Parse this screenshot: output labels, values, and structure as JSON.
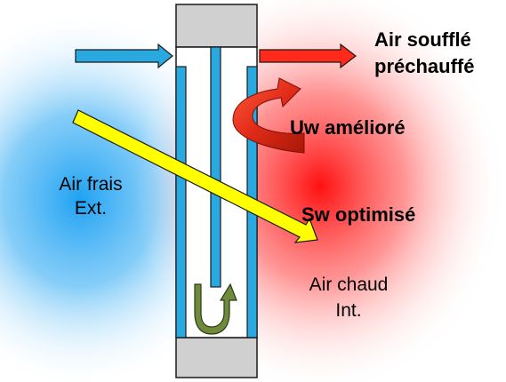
{
  "labels": {
    "air_souffle_line1": "Air soufflé",
    "air_souffle_line2": "préchauffé",
    "uw": "Uw amélioré",
    "sw": "Sw optimisé",
    "air_frais_line1": "Air frais",
    "air_frais_line2": "Ext.",
    "air_chaud_line1": "Air chaud",
    "air_chaud_line2": "Int."
  },
  "colors": {
    "cold_zone": "#2aa8f0",
    "warm_zone": "#ff1a1a",
    "glass_pane": "#2aa8e0",
    "frame": "#d0d0d0",
    "inlet_arrow": "#2aa8e0",
    "outlet_arrow": "#ff2a1a",
    "solar_arrow": "#ffff00",
    "uw_arrow": "#d42a18",
    "cavity_arrow": "#6f8a3a"
  },
  "icons": {
    "inlet": "arrow-right-icon",
    "outlet": "arrow-right-icon",
    "solar": "diagonal-arrow-icon",
    "uw": "curved-arrow-icon",
    "cavity": "u-turn-arrow-icon"
  }
}
